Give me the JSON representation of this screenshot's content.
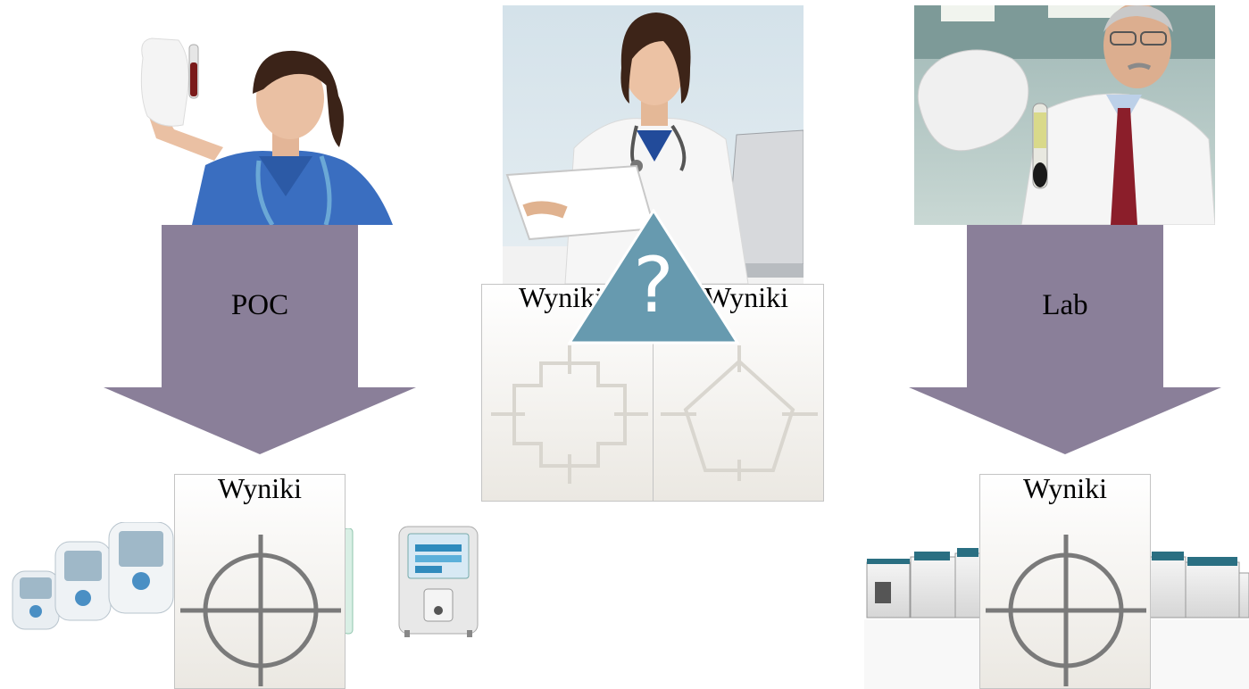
{
  "left_branch": {
    "arrow_label": "POC",
    "card_title": "Wyniki"
  },
  "right_branch": {
    "arrow_label": "Lab",
    "card_title": "Wyniki"
  },
  "middle": {
    "card_title_left": "Wyniki",
    "card_title_right": "Wyniki",
    "question_mark": "?"
  },
  "colors": {
    "arrow": "#8a7f99",
    "warning_triangle": "#679aaf",
    "target_symbol": "#7a7a7a",
    "faded_symbol": "#d9d6cf"
  },
  "icons": {
    "card_symbol": "crosshair-icon",
    "middle_left_symbol": "cross-shape-icon",
    "middle_right_symbol": "pentagon-shape-icon",
    "middle_overlay": "question-triangle-icon"
  }
}
